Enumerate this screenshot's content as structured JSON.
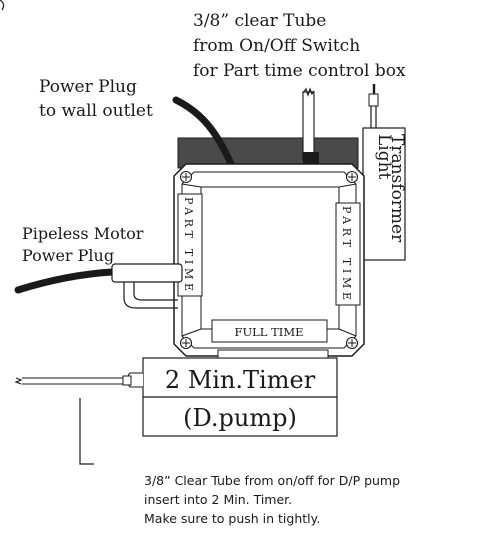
{
  "labels": {
    "tube_top_line1": "3/8” clear Tube",
    "tube_top_line2": "from On/Off Switch",
    "tube_top_line3": "for Part time control box",
    "power_plug_line1": "Power Plug",
    "power_plug_line2": "to wall outlet",
    "light_transformer_line1": "Light",
    "light_transformer_line2": "Transformer",
    "pipeless_line1": "Pipeless Motor",
    "pipeless_line2": "Power Plug",
    "part_time_left": "PART TIME",
    "part_time_right": "PART TIME",
    "full_time": "FULL TIME",
    "timer_line1": "2 Min.Timer",
    "timer_line2": "(D.pump)",
    "note_line1": "3/8” Clear Tube from on/off for D/P pump",
    "note_line2": "insert into 2 Min. Timer.",
    "note_line3": "Make sure to push in tightly."
  },
  "colors": {
    "ink": "#1a1a1a",
    "top_plate": "#4a4a4a",
    "cable": "#1a1a1a"
  }
}
